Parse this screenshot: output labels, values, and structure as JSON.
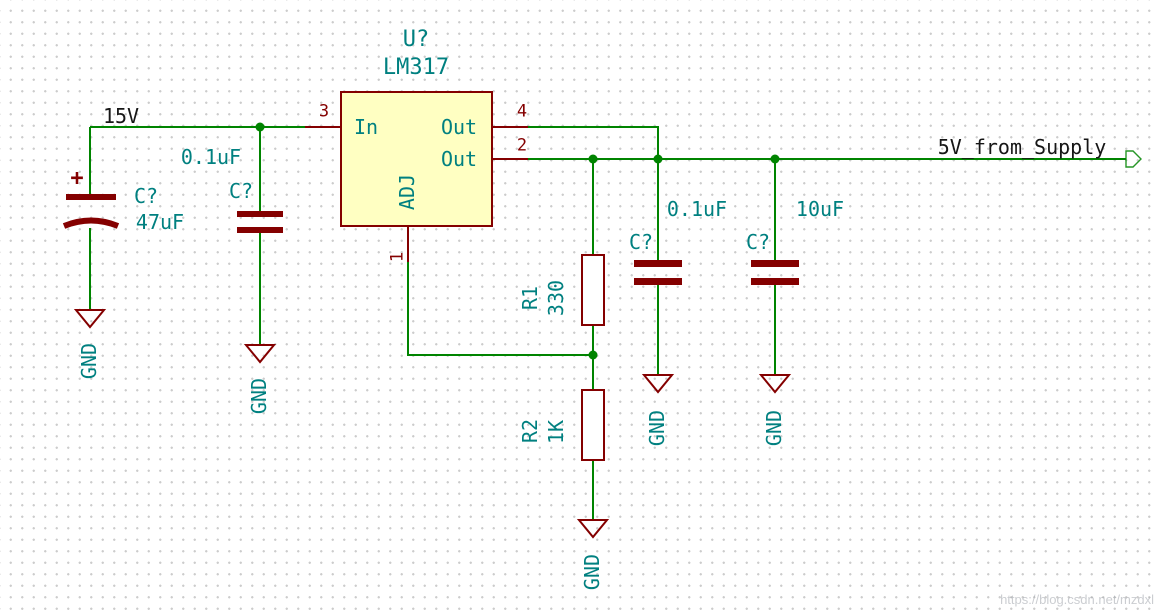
{
  "ic": {
    "ref": "U?",
    "value": "LM317",
    "pin_in_name": "In",
    "pin_out_top_name": "Out",
    "pin_out_bottom_name": "Out",
    "pin_adj_name": "ADJ",
    "pin_in_number": "3",
    "pin_out_top_number": "4",
    "pin_out_bottom_number": "2",
    "pin_adj_number": "1"
  },
  "nets": {
    "input_label": "15V",
    "output_label": "5V_from_Supply"
  },
  "capacitors": {
    "bulk_in": {
      "ref": "C?",
      "value": "47uF",
      "polarity": "+"
    },
    "bypass_in": {
      "ref": "C?",
      "value": "0.1uF"
    },
    "bypass_out": {
      "ref": "C?",
      "value": "0.1uF"
    },
    "bulk_out": {
      "ref": "C?",
      "value": "10uF"
    }
  },
  "resistors": {
    "r1": {
      "ref": "R1",
      "value": "330"
    },
    "r2": {
      "ref": "R2",
      "value": "1K"
    }
  },
  "ground_label": "GND",
  "watermark": "https://blog.csdn.net/mzdxl",
  "colors": {
    "wire": "#008400",
    "symbol": "#840000",
    "text": "#008080",
    "net_label": "#161616",
    "ic_fill": "#ffffc2",
    "grid_dot": "#cccccc"
  }
}
